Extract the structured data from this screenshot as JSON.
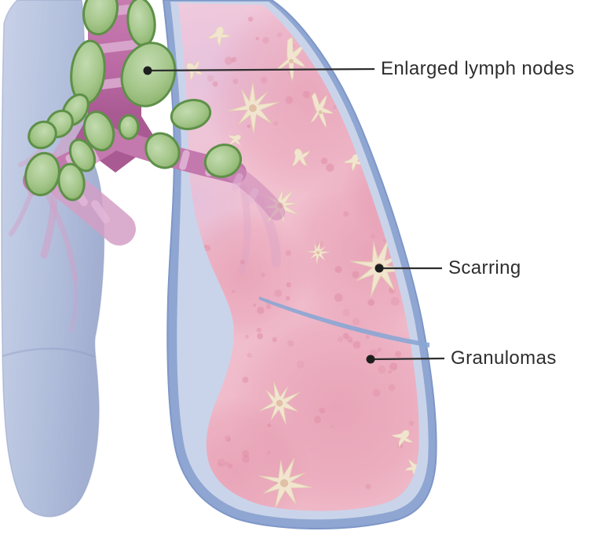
{
  "annotations": {
    "enlarged_lymph_nodes": {
      "label": "Enlarged lymph nodes"
    },
    "scarring": {
      "label": "Scarring"
    },
    "granulomas": {
      "label": "Granulomas"
    }
  },
  "colors": {
    "label_text": "#2e2e2e",
    "leader_line": "#2e2e2e",
    "pointer_dot": "#1e1e1e",
    "lymph_node_fill": "#a5c78b",
    "lymph_node_border": "#5e9048",
    "trachea": "#bc6ba6",
    "trachea_ring": "#dcaed2",
    "bronchus": "#c379ad",
    "left_lung": "#b4c1dd",
    "pleura_outer": "#8fa6d2",
    "pleura_inner": "#c9d4ea",
    "lung_tissue": "#f1c2d0",
    "granuloma_dot": "#e08ea6",
    "scar": "#f2e5cf",
    "fissure": "#8aa6d4",
    "background": "#ffffff"
  }
}
